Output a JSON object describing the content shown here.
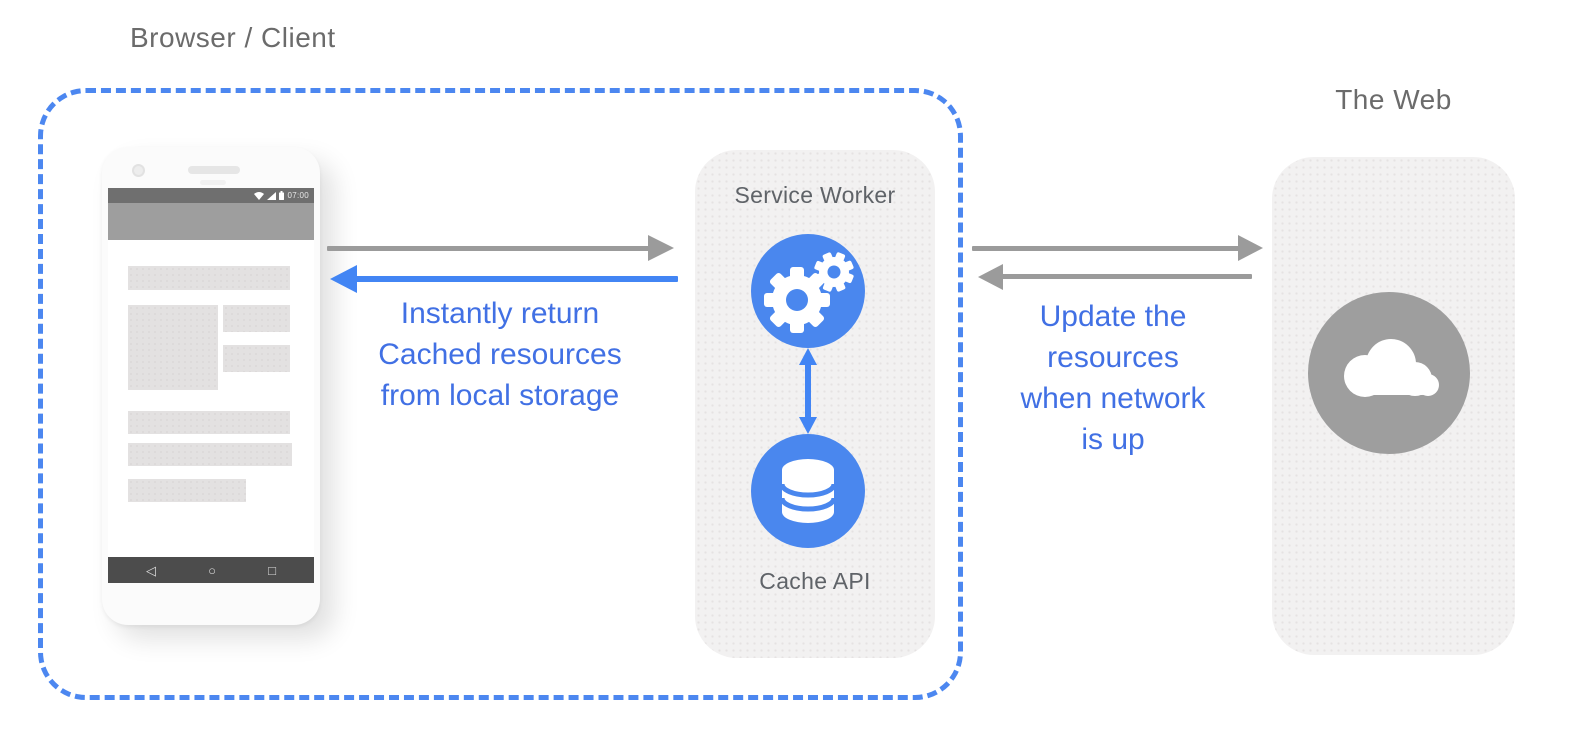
{
  "titles": {
    "browser": "Browser / Client",
    "web": "The Web"
  },
  "service_worker_panel": {
    "title": "Service Worker",
    "cache_api_label": "Cache API"
  },
  "phone": {
    "status_time": "07:00"
  },
  "annotations": {
    "cache_return": {
      "lines": [
        "Instantly return",
        "Cached resources",
        "from local storage"
      ]
    },
    "network_update": {
      "lines": [
        "Update the",
        "resources",
        "when network",
        "is up"
      ]
    }
  },
  "icons": {
    "service_worker": "gears-icon",
    "cache": "database-icon",
    "web": "cloud-icon"
  },
  "colors": {
    "blue": "#4285f4",
    "blue_circle": "#4a87ee",
    "text_blue": "#4170e4",
    "gray_arrow": "#9b9b9b",
    "panel_bg": "#f2f1f1",
    "web_circle_gray": "#9e9e9e",
    "dashed_border": "#4c87f0"
  }
}
